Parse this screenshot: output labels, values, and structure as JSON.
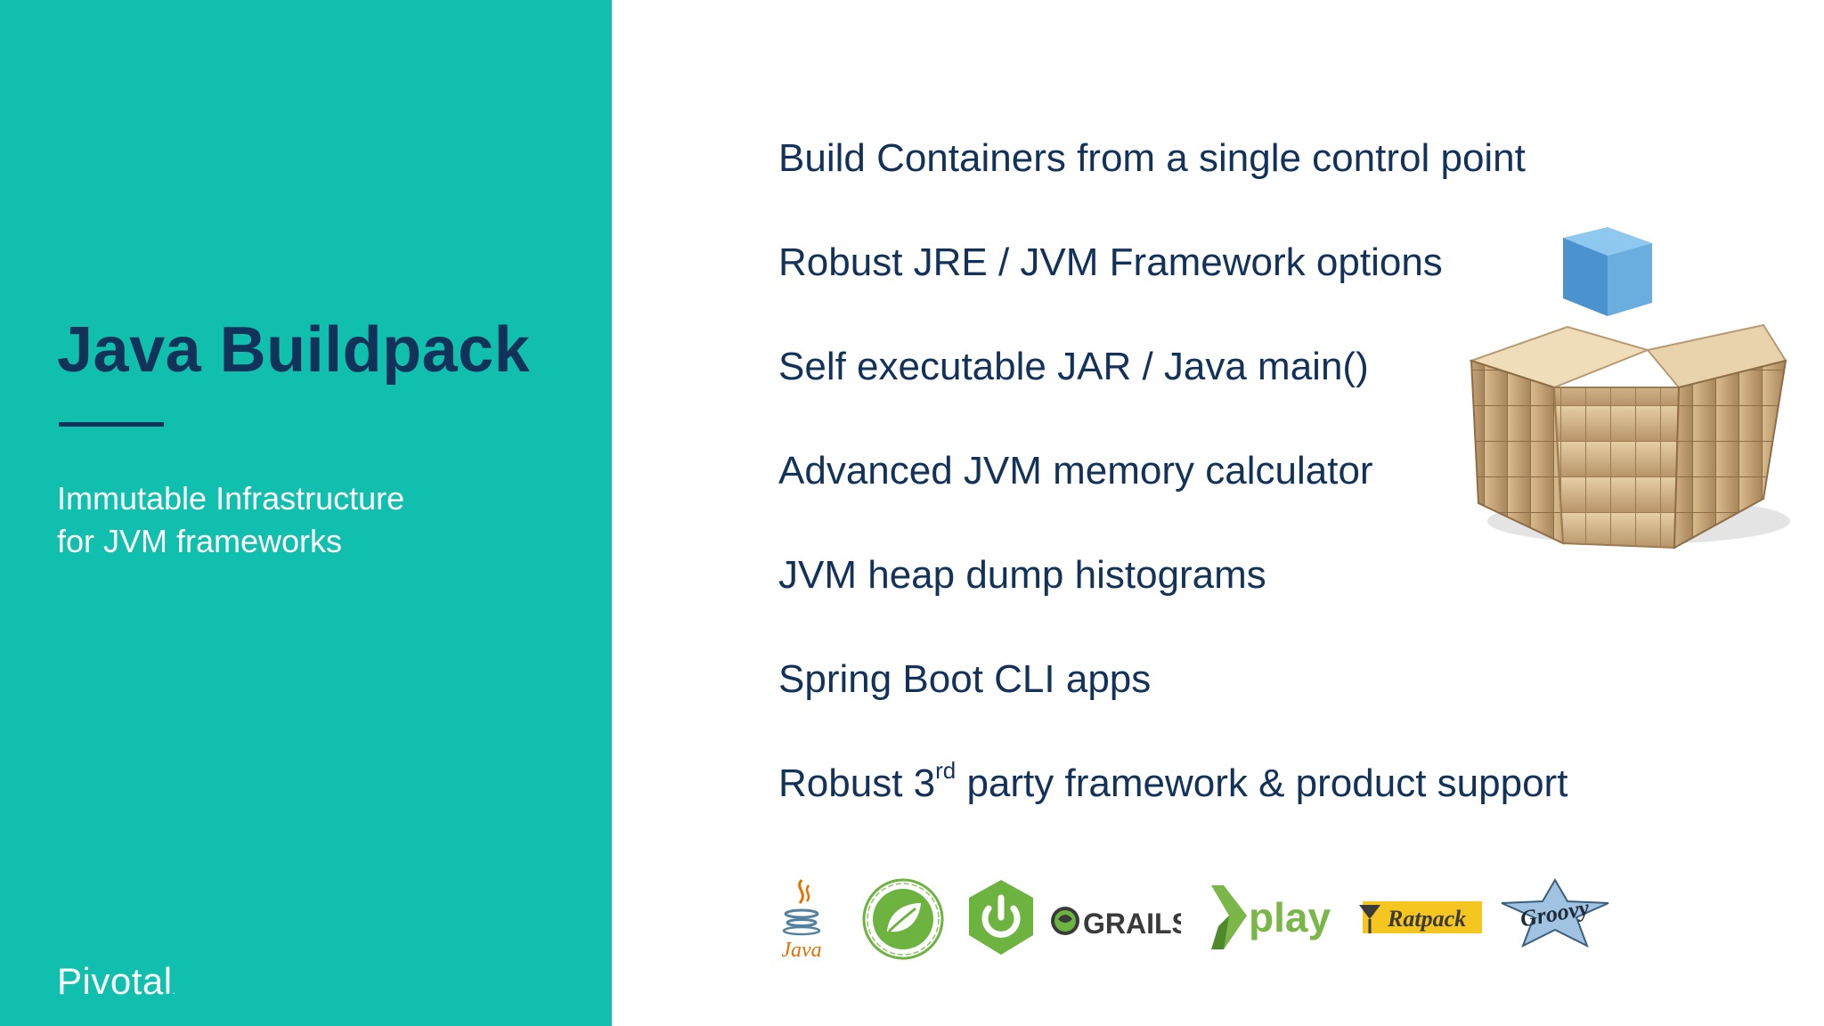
{
  "left": {
    "title": "Java Buildpack",
    "subtitle_line1": "Immutable Infrastructure",
    "subtitle_line2": "for JVM frameworks",
    "brand": "Pivotal",
    "brand_mark": "."
  },
  "bullets": [
    "Build Containers from a single control point",
    "Robust JRE / JVM Framework options",
    "Self executable JAR / Java main()",
    "Advanced JVM memory calculator",
    "JVM heap dump histograms",
    "Spring Boot CLI apps"
  ],
  "last_bullet": {
    "before": "Robust 3",
    "sup": "rd",
    "after": " party framework & product support"
  },
  "logos": {
    "java": "Java",
    "grails": "GRAILS",
    "play": "play",
    "ratpack": "Ratpack",
    "groovy": "Groovy"
  },
  "colors": {
    "teal": "#10bfae",
    "navy": "#12325a",
    "spring_green": "#6db33f"
  },
  "icons": [
    "cube-stack-icon",
    "java-logo-icon",
    "spring-logo-icon",
    "spring-boot-logo-icon",
    "grails-logo-icon",
    "play-logo-icon",
    "ratpack-logo-icon",
    "groovy-logo-icon"
  ]
}
